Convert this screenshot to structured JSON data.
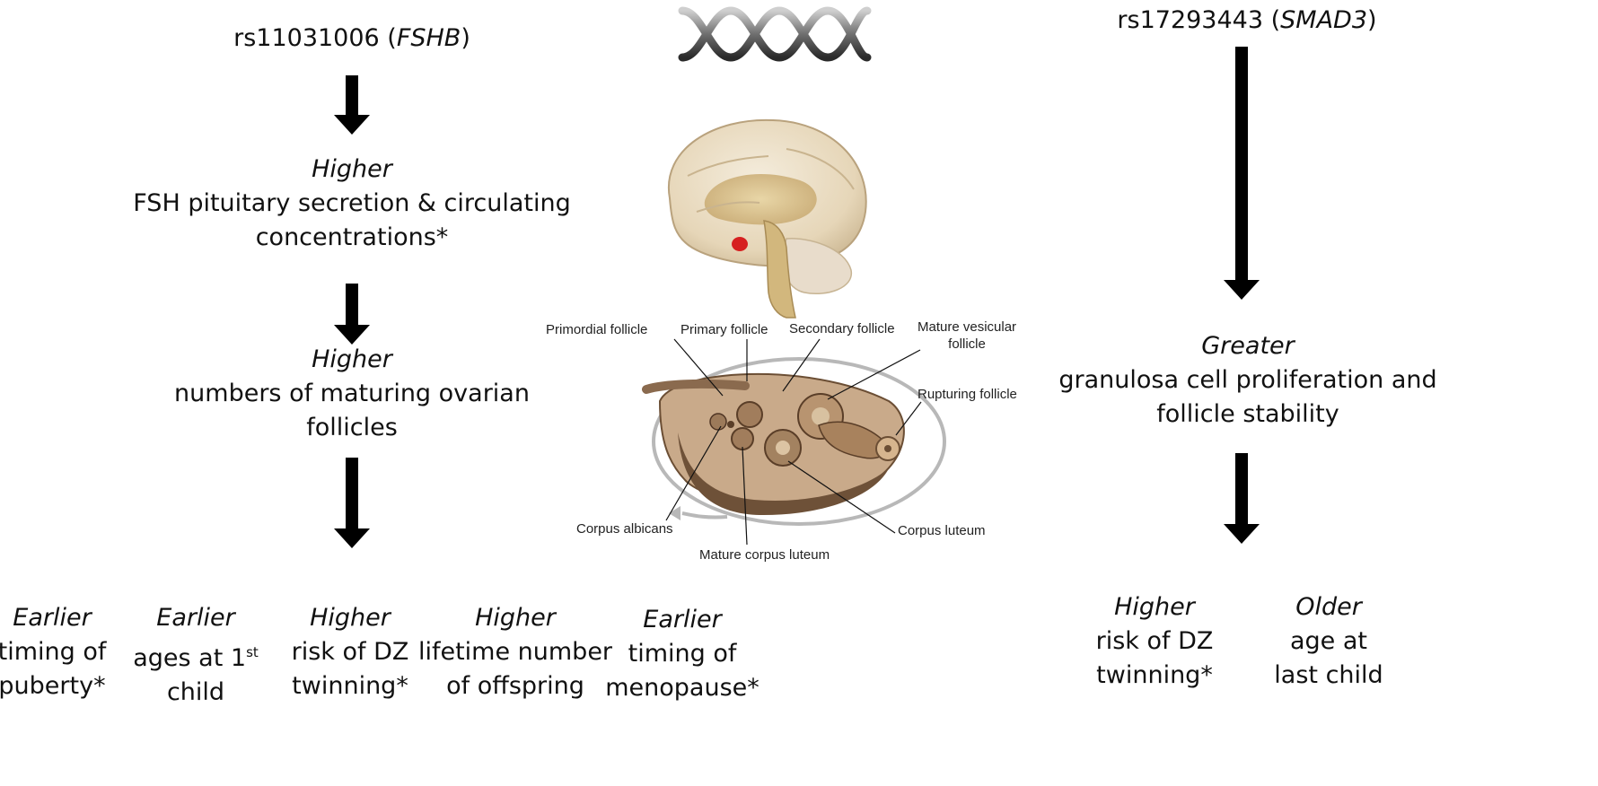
{
  "left": {
    "snp": "rs11031006 (",
    "gene": "FSHB",
    "snp_close": ")",
    "step1_adj": "Higher",
    "step1_line1": "FSH pituitary secretion & circulating",
    "step1_line2": "concentrations*",
    "step2_adj": "Higher",
    "step2_line1": "numbers of maturing ovarian",
    "step2_line2": "follicles"
  },
  "right": {
    "snp": "rs17293443 (",
    "gene": "SMAD3",
    "snp_close": ")",
    "step1_adj": "Greater",
    "step1_line1": "granulosa cell proliferation and",
    "step1_line2": "follicle stability"
  },
  "left_outcomes": [
    {
      "adj": "Earlier",
      "line1": "timing of",
      "line2": "puberty*"
    },
    {
      "adj": "Earlier",
      "line1": "ages at 1",
      "sup": "st",
      "line2": "child"
    },
    {
      "adj": "Higher",
      "line1": "risk of DZ",
      "line2": "twinning*"
    },
    {
      "adj": "Higher",
      "line1": "lifetime number",
      "line2": "of offspring"
    },
    {
      "adj": "Earlier",
      "line1": "timing of",
      "line2": "menopause*"
    }
  ],
  "right_outcomes": [
    {
      "adj": "Higher",
      "line1": "risk of DZ",
      "line2": "twinning*"
    },
    {
      "adj": "Older",
      "line1": "age at",
      "line2": "last child"
    }
  ],
  "ovary_labels": {
    "primordial": "Primordial follicle",
    "primary": "Primary follicle",
    "secondary": "Secondary follicle",
    "mature_vesicular_1": "Mature vesicular",
    "mature_vesicular_2": "follicle",
    "rupturing": "Rupturing follicle",
    "corpus_albicans": "Corpus albicans",
    "mature_corpus_luteum": "Mature corpus luteum",
    "corpus_luteum": "Corpus luteum"
  },
  "colors": {
    "arrow": "#000000",
    "brain": "#e9dcc4",
    "pituitary": "#d62020",
    "ovary": "#8a6a4e"
  }
}
